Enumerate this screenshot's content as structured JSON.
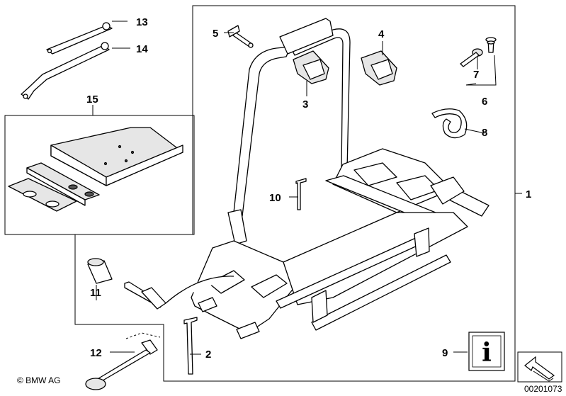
{
  "callouts": {
    "c1": "1",
    "c2": "2",
    "c3": "3",
    "c4": "4",
    "c5": "5",
    "c6": "6",
    "c7": "7",
    "c8": "8",
    "c9": "9",
    "c10": "10",
    "c11": "11",
    "c12": "12",
    "c13": "13",
    "c14": "14",
    "c15": "15"
  },
  "info_icon": {
    "symbol": "i",
    "icon": "info-icon"
  },
  "copyright": "© BMW AG",
  "image_number": "00201073",
  "colors": {
    "line": "#000000",
    "background": "#ffffff",
    "shade": "#e6e6e6"
  }
}
